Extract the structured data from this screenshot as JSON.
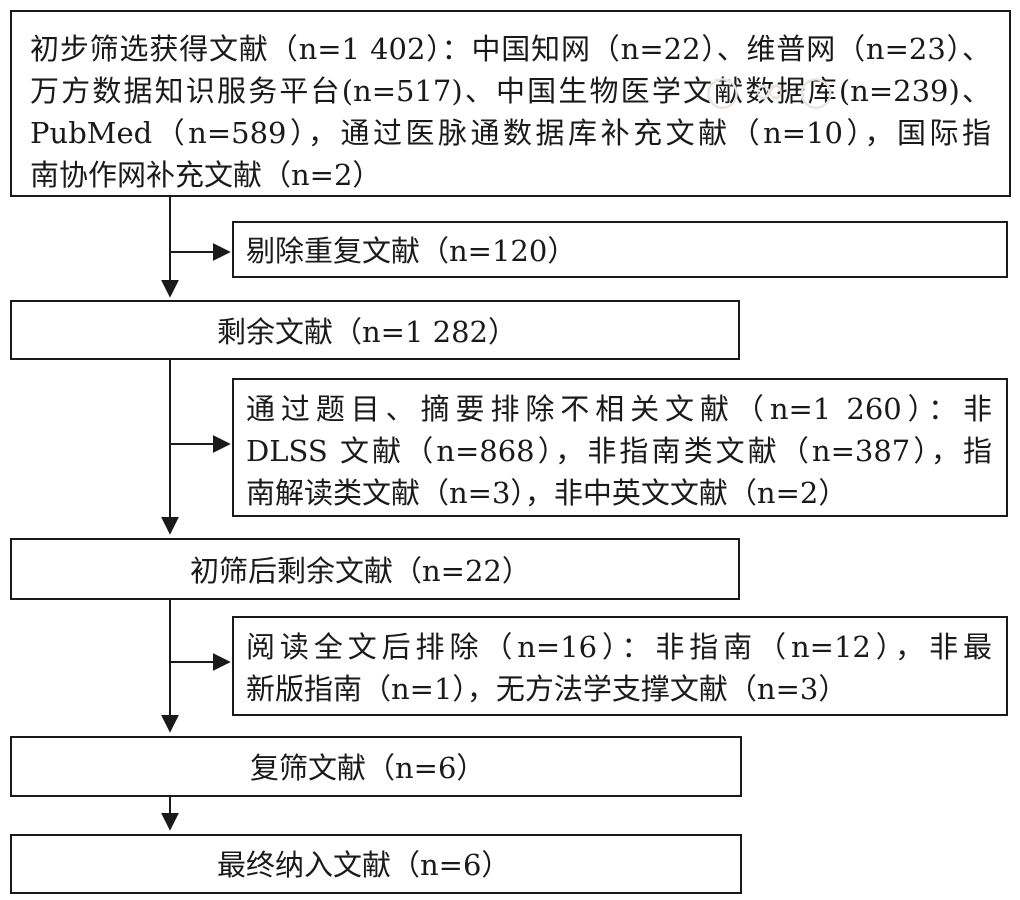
{
  "boxes": {
    "initial": {
      "lines": [
        "初步筛选获得文献（n=1 402）：中国知网（n=22）、维普网（n=23）、",
        "万方数据知识服务平台(n=517)、中国生物医学文献数据库(n=239)、",
        "PubMed（n=589），通过医脉通数据库补充文献（n=10），国际指",
        "南协作网补充文献（n=2）"
      ]
    },
    "duplicates": {
      "text": "剔除重复文献（n=120）"
    },
    "remaining": {
      "text": "剩余文献（n=1 282）"
    },
    "excluded_title": {
      "lines": [
        "通过题目、摘要排除不相关文献（n=1 260）：非",
        "DLSS 文献（n=868），非指南类文献（n=387），指",
        "南解读类文献（n=3），非中英文文献（n=2）"
      ]
    },
    "after_screen": {
      "text": "初筛后剩余文献（n=22）"
    },
    "excluded_fulltext": {
      "lines": [
        "阅读全文后排除（n=16）：非指南（n=12），非最",
        "新版指南（n=1），无方法学支撑文献（n=3）"
      ]
    },
    "rescreened": {
      "text": "复筛文献（n=6）"
    },
    "final": {
      "text": "最终纳入文献（n=6）"
    }
  },
  "colors": {
    "line": "#1a1a1a",
    "background": "#ffffff"
  }
}
